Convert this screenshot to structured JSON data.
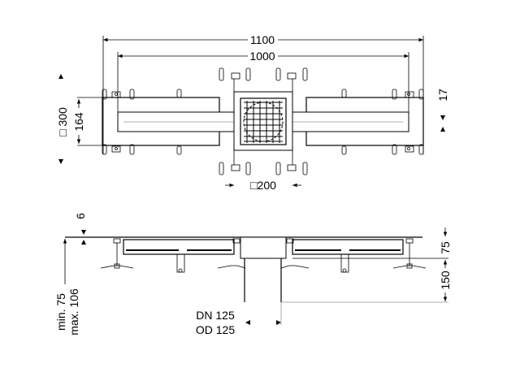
{
  "plan_view": {
    "overall_length": "1100",
    "channel_length": "1000",
    "overall_width": "300",
    "channel_width": "164",
    "edge_height": "17",
    "grate_size": "200",
    "square_symbol": "□"
  },
  "section_view": {
    "top_offset": "6",
    "channel_depth": "75",
    "outlet_depth": "150",
    "height_min": "min. 75",
    "height_max": "max. 106",
    "outlet_dn": "DN 125",
    "outlet_od": "OD 125"
  }
}
